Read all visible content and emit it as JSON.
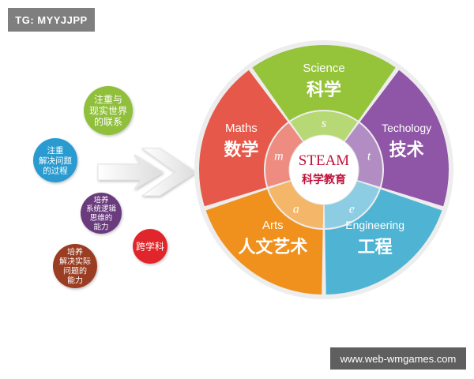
{
  "watermark": {
    "tag": "TG: MYYJJPP",
    "site": "www.web-wmgames.com"
  },
  "center": {
    "title": "STEAM",
    "subtitle": "科学教育"
  },
  "segments": [
    {
      "en": "Science",
      "zh": "科学",
      "letter": "s",
      "color": "#95c43a",
      "inner": "#b7d975"
    },
    {
      "en": "Techology",
      "zh": "技术",
      "letter": "t",
      "color": "#8f55a6",
      "inner": "#b28dc3"
    },
    {
      "en": "Engineering",
      "zh": "工程",
      "letter": "e",
      "color": "#4fb3d3",
      "inner": "#8ccde3"
    },
    {
      "en": "Arts",
      "zh": "人文艺术",
      "letter": "a",
      "color": "#f0911e",
      "inner": "#f4b668"
    },
    {
      "en": "Maths",
      "zh": "数学",
      "letter": "m",
      "color": "#e6584a",
      "inner": "#ee8c82"
    }
  ],
  "bubbles": [
    {
      "lines": [
        "注重与",
        "现实世界",
        "的联系"
      ],
      "color": "#8fbf3a"
    },
    {
      "lines": [
        "注重",
        "解决问题",
        "的过程"
      ],
      "color": "#2a9bd0"
    },
    {
      "lines": [
        "培养",
        "系统逻辑",
        "思维的",
        "能力"
      ],
      "color": "#6b3a7d"
    },
    {
      "lines": [
        "跨学科"
      ],
      "color": "#e0262c"
    },
    {
      "lines": [
        "培养",
        "解决实际",
        "问题的",
        "能力"
      ],
      "color": "#9a3d22"
    }
  ]
}
